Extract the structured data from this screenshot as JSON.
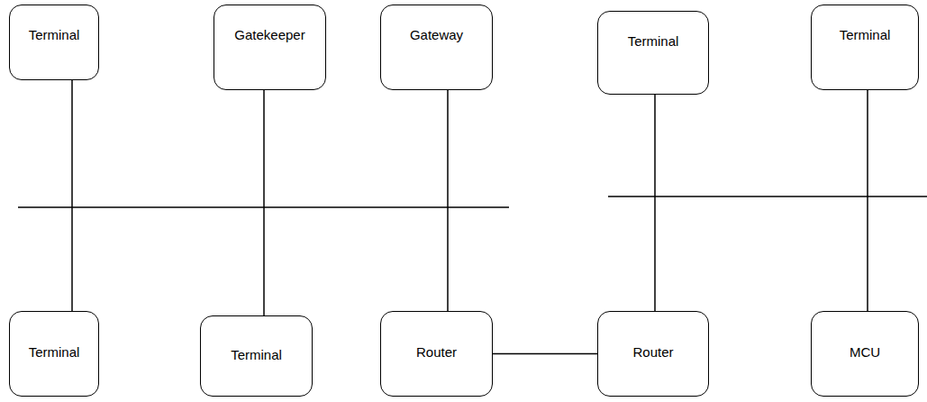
{
  "diagram": {
    "nodes": [
      {
        "text": [
          "Terminal"
        ]
      },
      {
        "text": [
          "Gatekeeper"
        ]
      },
      {
        "text": [
          "Gateway"
        ]
      },
      {
        "text": [
          "Terminal"
        ]
      },
      {
        "text": [
          "Terminal"
        ]
      },
      {
        "text": [
          "Terminal"
        ]
      },
      {
        "text": [
          "Terminal"
        ]
      },
      {
        "text": [
          "Router"
        ]
      },
      {
        "text": [
          "Router"
        ]
      },
      {
        "text": [
          "MCU"
        ]
      }
    ],
    "edges": [
      {
        "from": 0,
        "to": 5,
        "arrow": "none"
      },
      {
        "from": 1,
        "to": 6,
        "arrow": "none"
      },
      {
        "from": 2,
        "to": 7,
        "arrow": "none"
      },
      {
        "from": 3,
        "to": 8,
        "arrow": "none"
      },
      {
        "from": 4,
        "to": 9,
        "arrow": "none"
      },
      {
        "from": 7,
        "to": 8,
        "arrow": "none"
      }
    ]
  }
}
